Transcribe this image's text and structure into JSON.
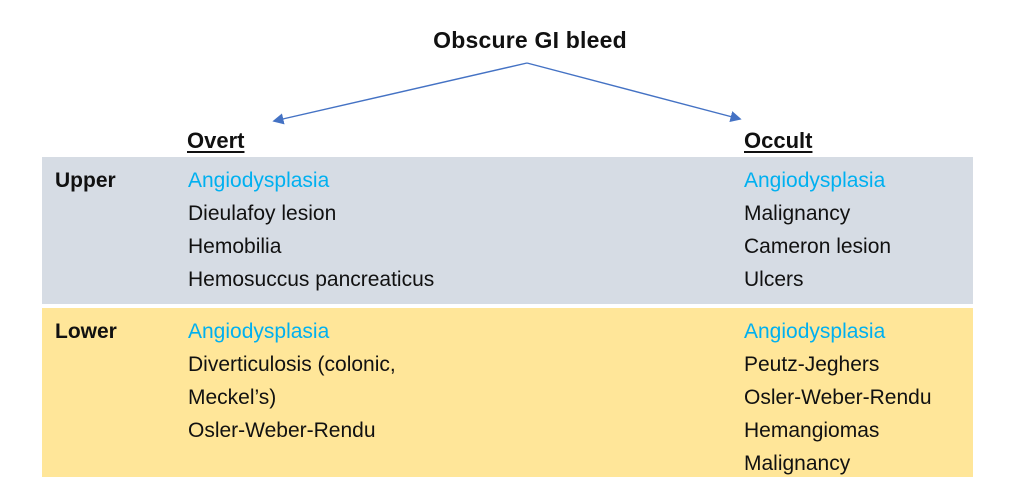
{
  "title": "Obscure GI bleed",
  "diagram": {
    "arrow_color": "#4472C4",
    "highlight_color": "#00B0F0",
    "upper_band_color": "#D6DCE4",
    "lower_band_color": "#FFE699"
  },
  "columns": {
    "overt": "Overt",
    "occult": "Occult"
  },
  "rows": [
    {
      "label": "Upper",
      "overt": [
        "Angiodysplasia",
        "Dieulafoy lesion",
        "Hemobilia",
        "Hemosuccus pancreaticus"
      ],
      "occult": [
        "Angiodysplasia",
        "Malignancy",
        "Cameron lesion",
        "Ulcers"
      ]
    },
    {
      "label": "Lower",
      "overt": [
        "Angiodysplasia",
        "Diverticulosis (colonic,\nMeckel’s)",
        "Osler-Weber-Rendu"
      ],
      "occult": [
        "Angiodysplasia",
        "Peutz-Jeghers",
        "Osler-Weber-Rendu",
        "Hemangiomas",
        "Malignancy"
      ]
    }
  ]
}
